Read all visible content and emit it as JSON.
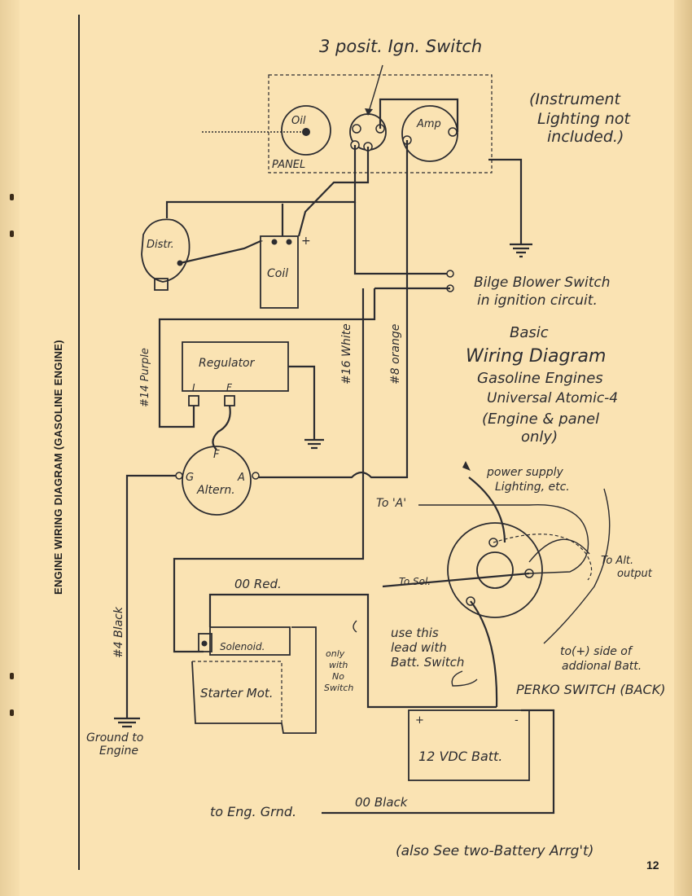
{
  "page": {
    "side_title": "ENGINE WIRING DIAGRAM   (GASOLINE ENGINE)",
    "page_number": "12"
  },
  "diagram": {
    "title_lines": [
      "Basic",
      "Wiring Diagram",
      "Gasoline Engines",
      "Universal Atomic-4",
      "(Engine & panel",
      "only)"
    ],
    "note_instrument": [
      "(Instrument",
      "Lighting not",
      "included.)"
    ],
    "note_also": "(also See two-Battery Arrg't)",
    "labels": {
      "ign_switch": "3 posit. Ign. Switch",
      "oil": "Oil",
      "amp": "Amp",
      "panel": "PANEL",
      "distr": "Distr.",
      "coil": "Coil",
      "coil_minus": "-",
      "coil_plus": "+",
      "bilge": [
        "Bilge Blower Switch",
        "in ignition circuit."
      ],
      "regulator": "Regulator",
      "reg_i": "I",
      "reg_f": "F",
      "alt_f": "F",
      "alt_g": "G",
      "alt_a": "A",
      "altern": "Altern.",
      "wire_purple": "#14 Purple",
      "wire_white": "#16 White",
      "wire_orange": "#8 orange",
      "wire_black4": "#4 Black",
      "wire_00red": "00 Red.",
      "wire_00black": "00 Black",
      "to_a": "To 'A'",
      "power_supply": [
        "power supply",
        "Lighting, etc."
      ],
      "to_alt_output": [
        "To Alt.",
        "output"
      ],
      "to_sol": "To Sol.",
      "solenoid": "Solenoid.",
      "starter": "Starter Mot.",
      "only_with_no_switch": [
        "only",
        "with",
        "No",
        "Switch"
      ],
      "use_this_lead": [
        "use this",
        "lead with",
        "Batt. Switch"
      ],
      "to_plus_side": [
        "to(+) side of",
        "addional Batt."
      ],
      "perko": "PERKO SWITCH (BACK)",
      "batt": "12 VDC Batt.",
      "batt_plus": "+",
      "batt_minus": "-",
      "ground_to_engine": [
        "Ground to",
        "Engine"
      ],
      "to_eng_grnd": "to Eng. Grnd."
    }
  }
}
